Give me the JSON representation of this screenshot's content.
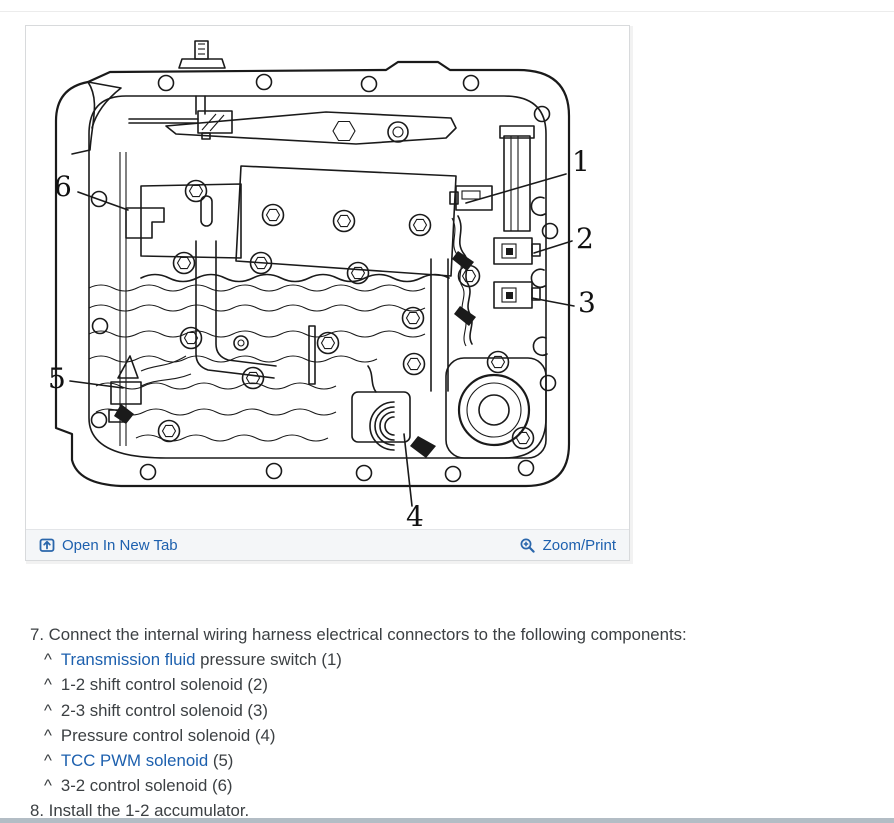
{
  "figure": {
    "footer": {
      "open_in_new_tab": "Open In New Tab",
      "zoom_print": "Zoom/Print"
    },
    "callouts": {
      "c1": "1",
      "c2": "2",
      "c3": "3",
      "c4": "4",
      "c5": "5",
      "c6": "6"
    }
  },
  "colors": {
    "link_blue": "#1d60ae",
    "body_text": "#3c4043",
    "diagram_stroke": "#1a1a1a",
    "footer_bg": "#f4f6f8",
    "bottom_bar": "#b3bdc5"
  },
  "steps": {
    "step7": "7. Connect the internal wiring harness electrical connectors to the following components:",
    "bullet": "^",
    "items": [
      {
        "parts": [
          {
            "text": "Transmission fluid"
          },
          {
            "text": " pressure switch (1)"
          }
        ]
      },
      {
        "parts": [
          {
            "text": "1-2 shift control solenoid (2)"
          }
        ]
      },
      {
        "parts": [
          {
            "text": "2-3 shift control solenoid (3)"
          }
        ]
      },
      {
        "parts": [
          {
            "text": "Pressure control solenoid (4)"
          }
        ]
      },
      {
        "parts": [
          {
            "text": "TCC PWM solenoid"
          },
          {
            "text": " (5)"
          }
        ]
      },
      {
        "parts": [
          {
            "text": "3-2 control solenoid (6)"
          }
        ]
      }
    ],
    "step8": "8. Install the 1-2 accumulator."
  }
}
